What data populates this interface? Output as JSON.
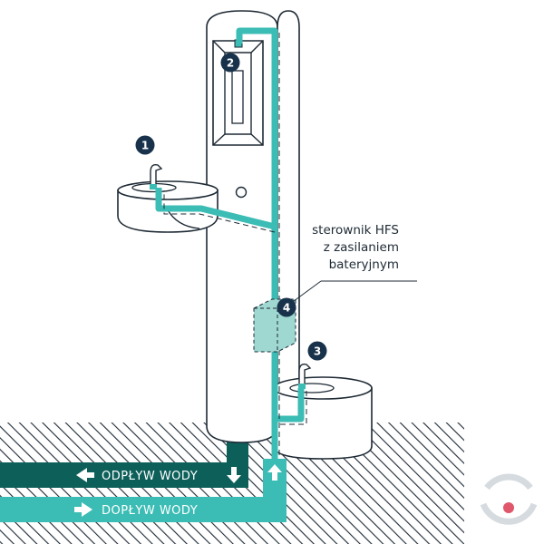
{
  "callouts": [
    {
      "num": "1"
    },
    {
      "num": "2"
    },
    {
      "num": "3"
    },
    {
      "num": "4"
    }
  ],
  "controller_label": {
    "line1": "sterownik HFS",
    "line2": "z zasilaniem",
    "line3": "bateryjnym"
  },
  "flows": {
    "outflow": "ODPŁYW WODY",
    "inflow": "DOPŁYW WODY"
  },
  "colors": {
    "pipe": "#3bbcb4",
    "outflow_band": "#0d5f5a",
    "inflow_band": "#3bbcb4",
    "badge": "#17324a",
    "outline": "#1e2a35",
    "logo_accent": "#e0566b"
  }
}
